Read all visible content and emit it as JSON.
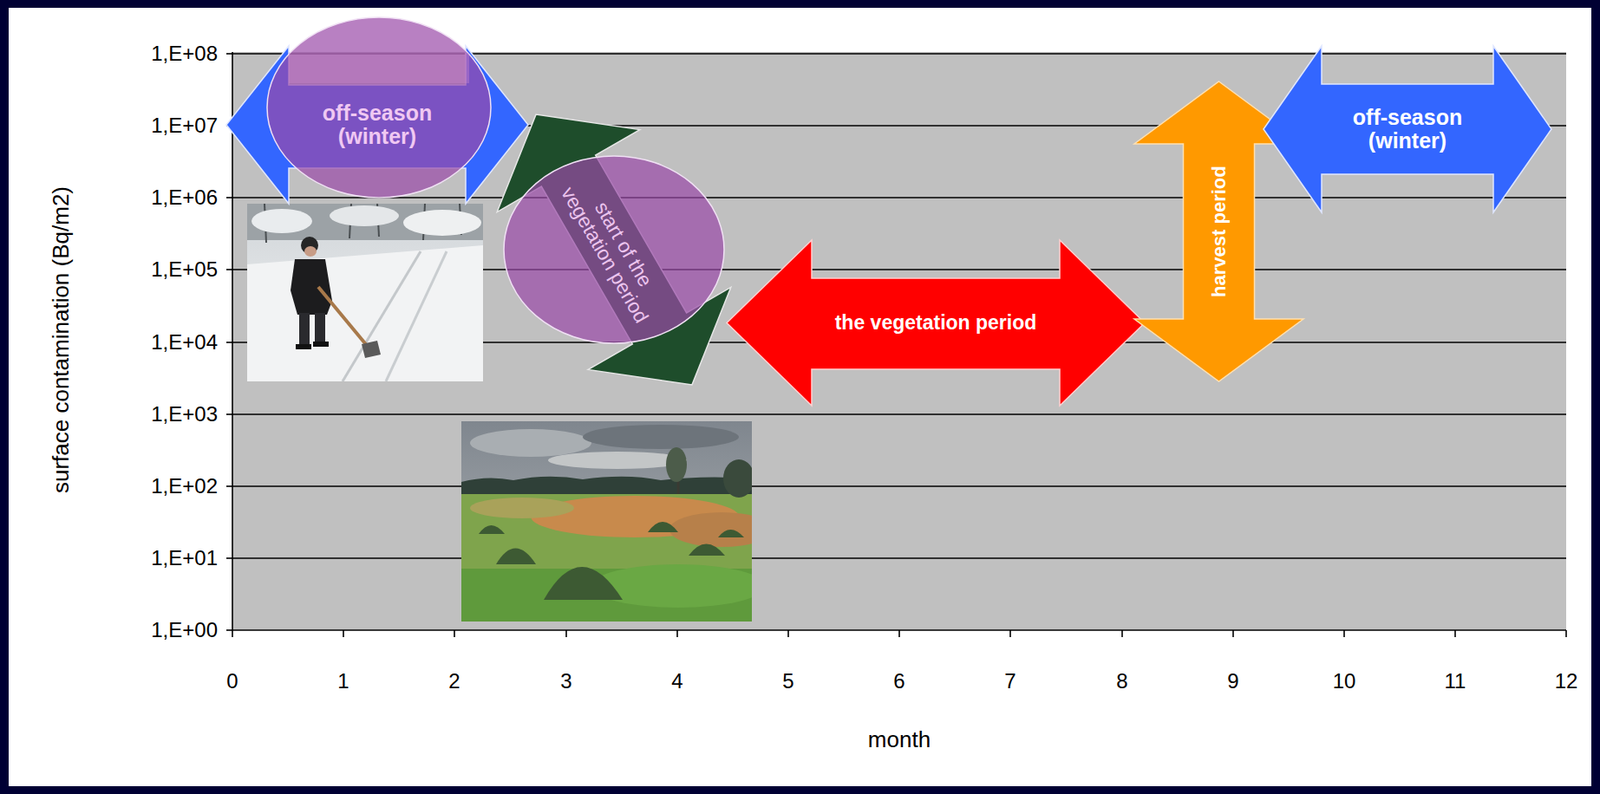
{
  "diagram": {
    "nodes": [
      {
        "text": [
          "off-season (winter)"
        ]
      },
      {
        "text": [
          "start of the vegetation period"
        ]
      },
      {
        "text": [
          "the vegetation period"
        ]
      },
      {
        "text": [
          "harvest period"
        ]
      },
      {
        "text": [
          "off-season (winter)"
        ]
      }
    ],
    "labels": [
      "1,E+08",
      "1,E+07",
      "1,E+06",
      "1,E+05",
      "1,E+04",
      "1,E+03",
      "1,E+02",
      "1,E+01",
      "1,E+00",
      "surface contamination (Bq/m2)",
      "0",
      "1",
      "2",
      "3",
      "4",
      "5",
      "6",
      "7",
      "8",
      "9",
      "10",
      "11",
      "12",
      "month"
    ]
  }
}
